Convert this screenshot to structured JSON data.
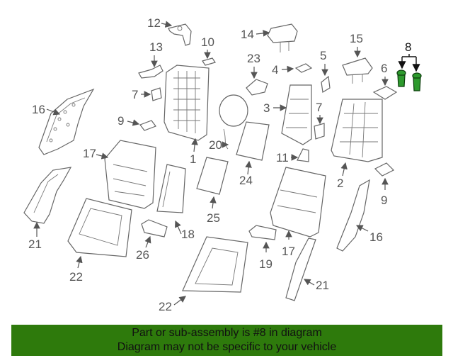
{
  "diagram": {
    "callouts": {
      "c1": "1",
      "c2": "2",
      "c3": "3",
      "c4": "4",
      "c5": "5",
      "c6": "6",
      "c7a": "7",
      "c7b": "7",
      "c8": "8",
      "c9a": "9",
      "c9b": "9",
      "c10": "10",
      "c11": "11",
      "c12": "12",
      "c13": "13",
      "c14": "14",
      "c15": "15",
      "c16a": "16",
      "c16b": "16",
      "c17a": "17",
      "c17b": "17",
      "c18": "18",
      "c19": "19",
      "c20": "20",
      "c21a": "21",
      "c21b": "21",
      "c22a": "22",
      "c22b": "22",
      "c23": "23",
      "c24": "24",
      "c25": "25",
      "c26": "26"
    },
    "highlight_color": "#2e9a2e"
  },
  "banner": {
    "line1": "Part or sub-assembly is #8 in diagram",
    "line2": "Diagram may not be specific to your vehicle",
    "background": "#2e7a0c"
  }
}
